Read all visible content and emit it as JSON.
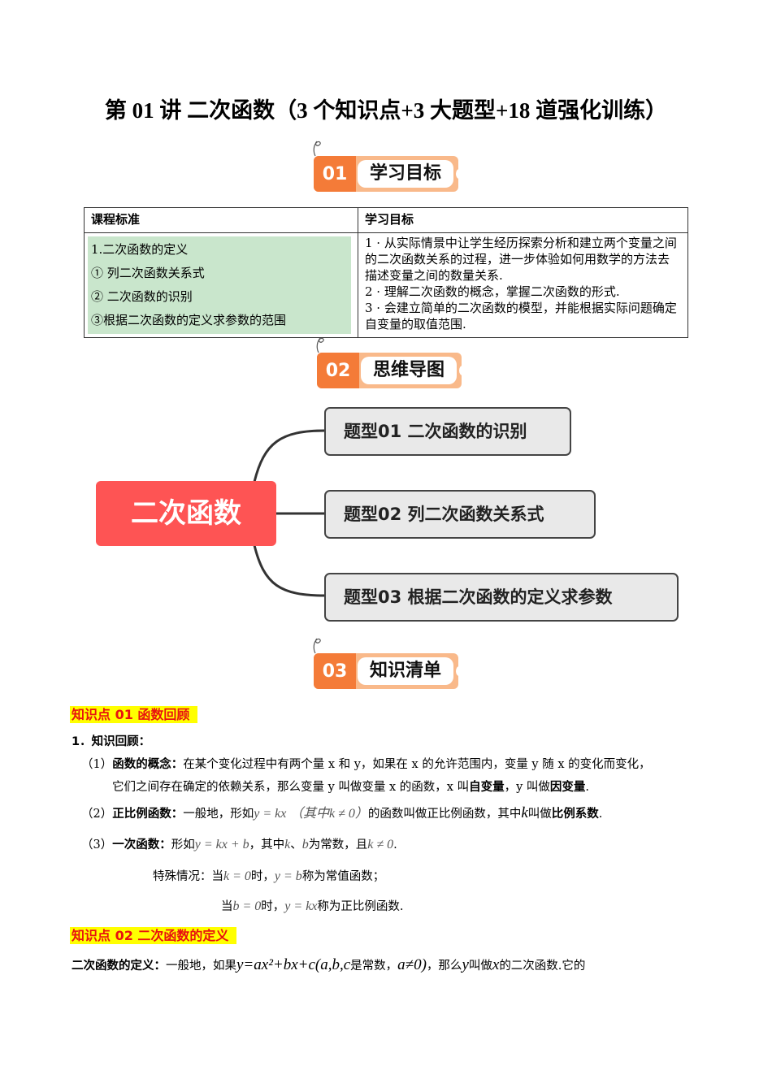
{
  "title": "第 01 讲  二次函数（3 个知识点+3 大题型+18 道强化训练）",
  "sections": [
    {
      "num": "01",
      "label": "学习目标"
    },
    {
      "num": "02",
      "label": "思维导图"
    },
    {
      "num": "03",
      "label": "知识清单"
    }
  ],
  "goals_table": {
    "headers": [
      "课程标准",
      "学习目标"
    ],
    "standards": [
      "1.二次函数的定义",
      "①  列二次函数关系式",
      "②  二次函数的识别",
      "③根据二次函数的定义求参数的范围"
    ],
    "objectives": [
      "1 · 从实际情景中让学生经历探索分析和建立两个变量之间的二次函数关系的过程，进一步体验如何用数学的方法去描述变量之间的数量关系.",
      "2 · 理解二次函数的概念，掌握二次函数的形式.",
      "3 · 会建立简单的二次函数的模型，并能根据实际问题确定自变量的取值范围."
    ]
  },
  "mind_map": {
    "root": "二次函数",
    "branches": [
      "题型01  二次函数的识别",
      "题型02  列二次函数关系式",
      "题型03  根据二次函数的定义求参数"
    ],
    "colors": {
      "root": "#fe5454",
      "node_bg": "#e9e9e9",
      "node_border": "#444444"
    }
  },
  "knowledge": {
    "kp1": {
      "heading": "知识点 01    函数回顾",
      "sub": "1．知识回顾：",
      "item1": {
        "num": "（1）",
        "term": "函数的概念：",
        "line1": "在某个变化过程中有两个量 x 和 y，如果在 x 的允许范围内，变量 y 随 x 的变化而变化，",
        "line2_a": "它们之间存在确定的依赖关系，那么变量 y 叫做变量 x 的函数，x 叫",
        "line2_b": "自变量",
        "line2_c": "，y 叫做",
        "line2_d": "因变量",
        "line2_e": "."
      },
      "item2": {
        "num": "（2）",
        "term": "正比例函数：",
        "a": "一般地，形如",
        "formula": "y = kx",
        "cond": "（其中k ≠ 0）",
        "b": "的函数叫做正比例函数，其中",
        "k": "k",
        "c": "叫做",
        "d": "比例系数",
        "e": "."
      },
      "item3": {
        "num": "（3）",
        "term": "一次函数：",
        "a": "形如",
        "formula": "y = kx + b",
        "b": "，其中",
        "k": "k",
        "sep": "、",
        "bb": "b",
        "c": "为常数，且",
        "cond": "k ≠ 0",
        "e": "."
      },
      "special": {
        "label": "特殊情况：",
        "l1_a": "当",
        "l1_cond": "k = 0",
        "l1_b": "时，",
        "l1_f": "y = b",
        "l1_c": "称为常值函数；",
        "l2_a": "当",
        "l2_cond": "b = 0",
        "l2_b": "时，",
        "l2_f": "y = kx",
        "l2_c": "称为正比例函数."
      }
    },
    "kp2": {
      "heading": "知识点 02    二次函数的定义",
      "term": "二次函数的定义：",
      "a": "一般地，如果",
      "formula": "y=ax²+bx+c",
      "paren": "(a,b,c",
      "b": "是常数，",
      "cond": "a≠0)",
      "c": "，那么",
      "y": "y",
      "d": "叫做",
      "x": "x",
      "e": "的二次函数.它的"
    }
  }
}
